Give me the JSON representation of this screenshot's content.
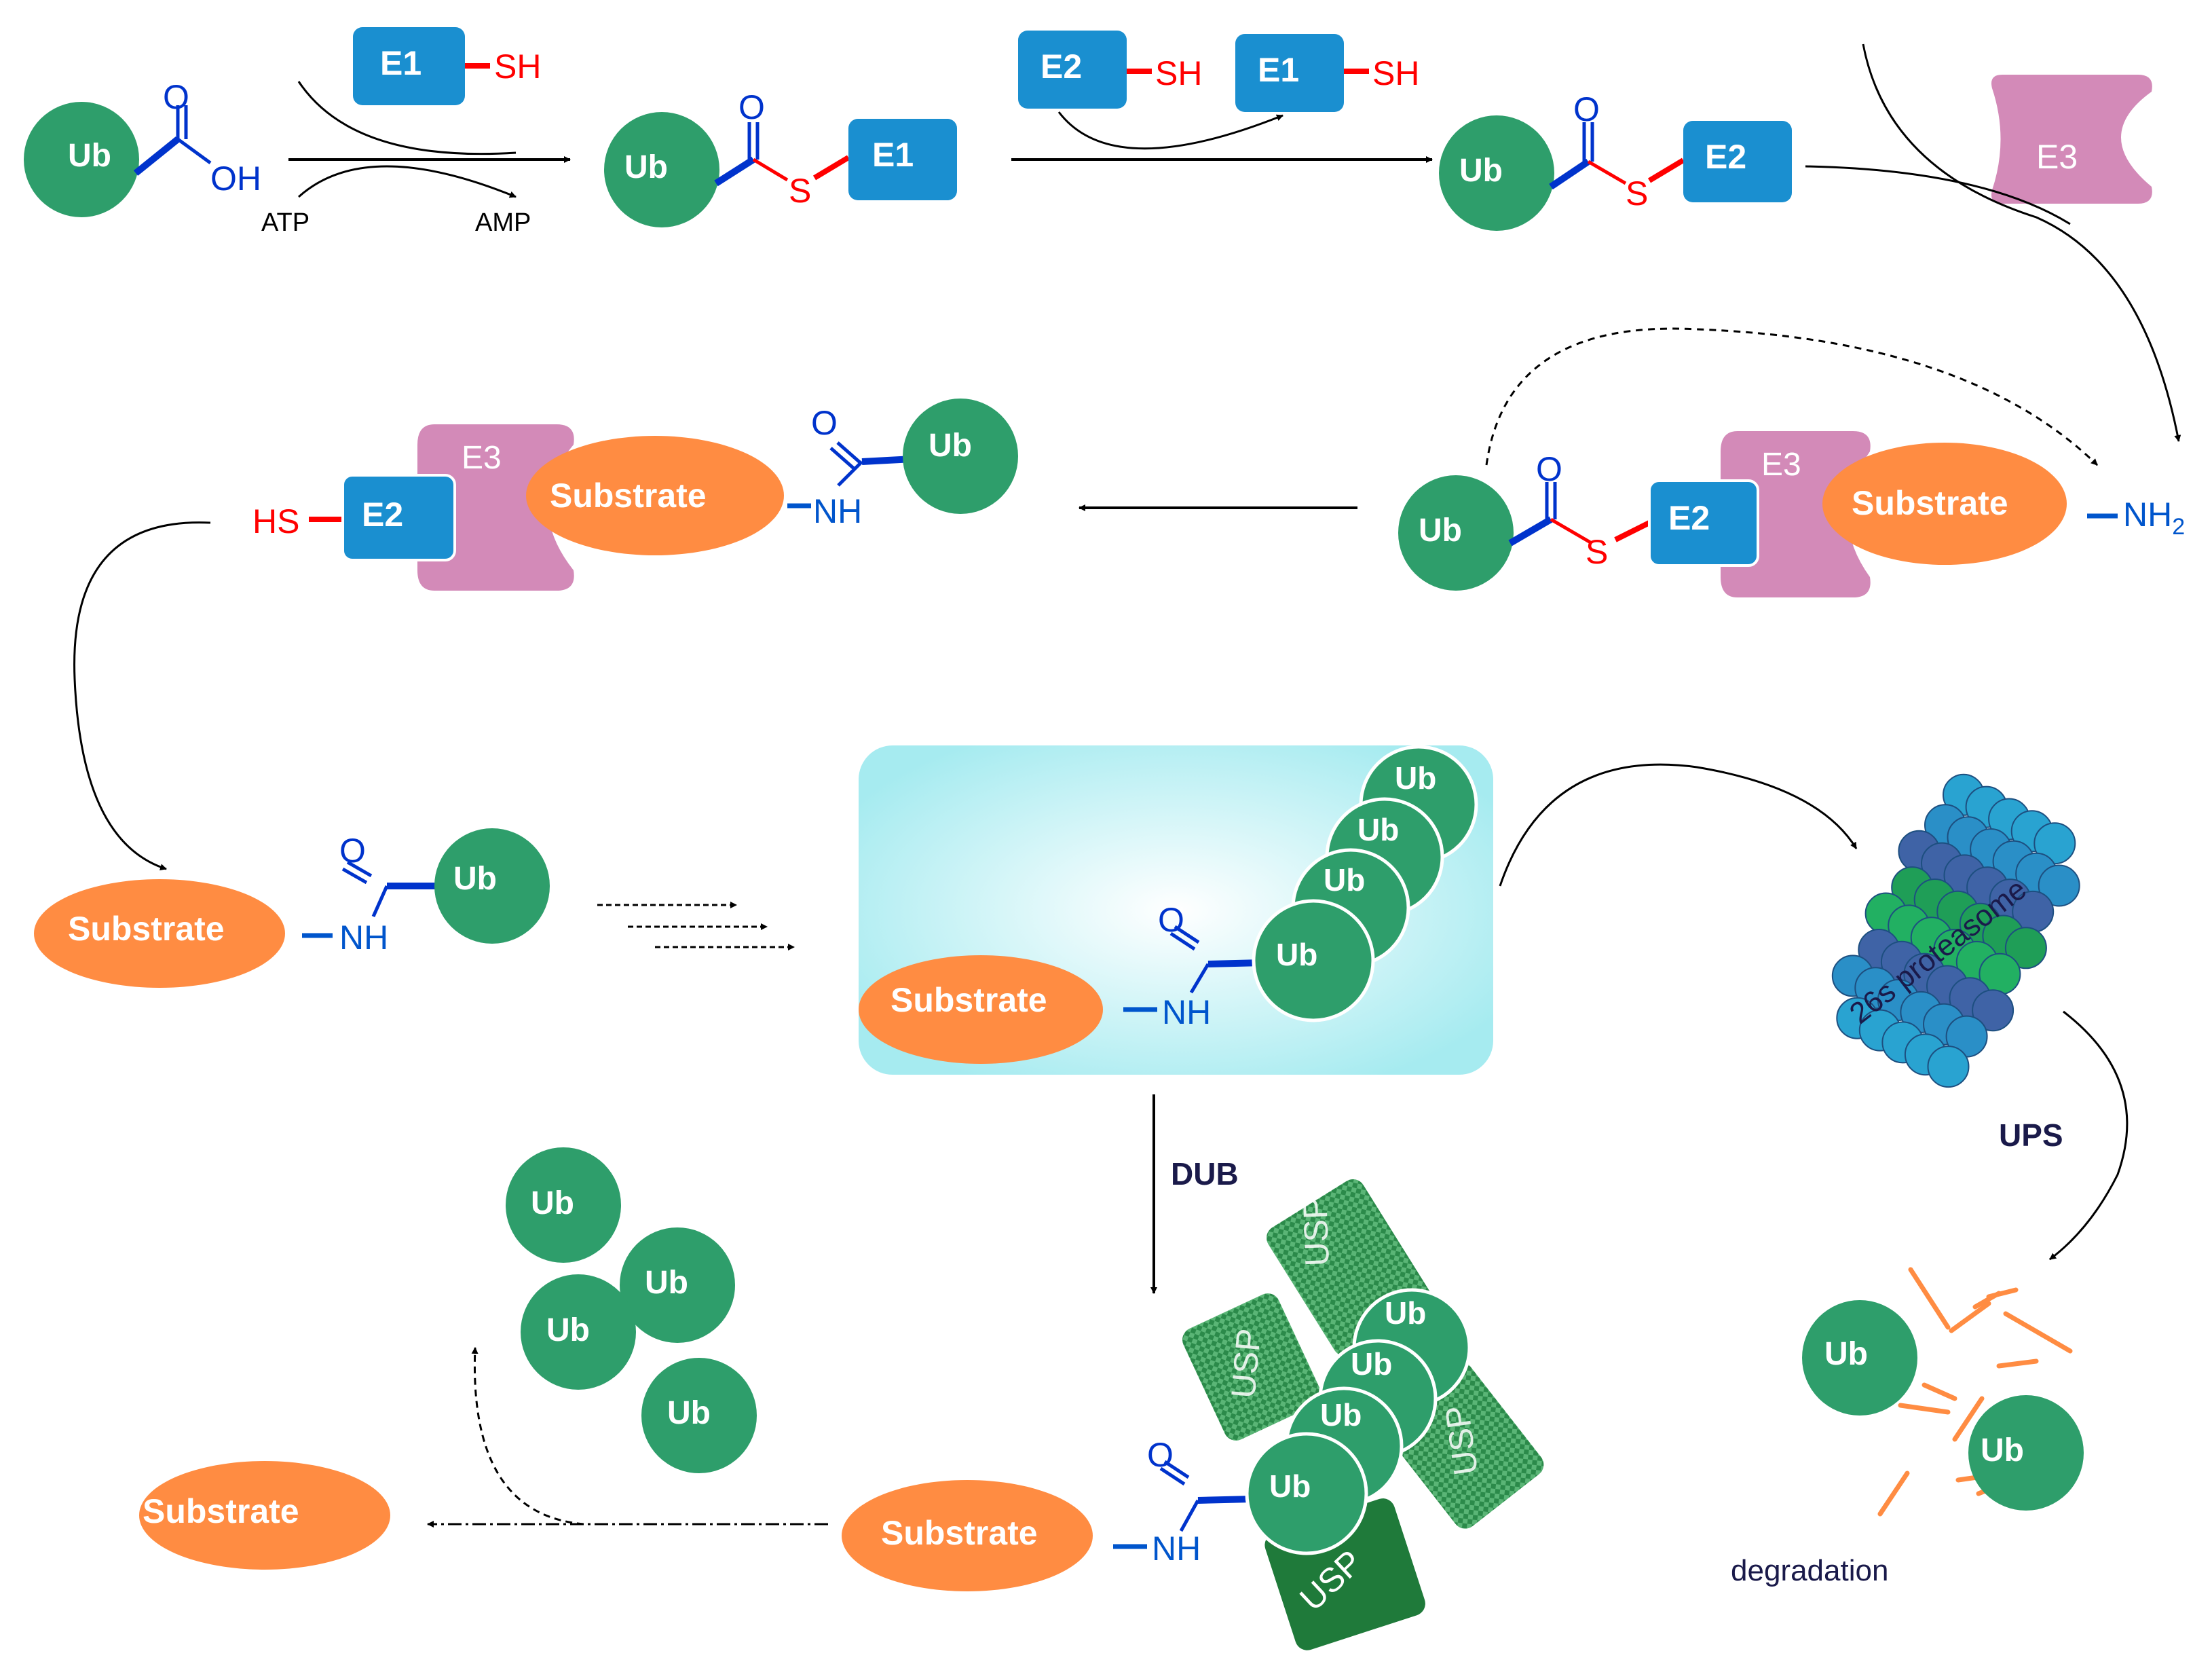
{
  "labels": {
    "ub": "Ub",
    "e1": "E1",
    "e2": "E2",
    "e3": "E3",
    "substrate": "Substrate",
    "usp": "USP",
    "sh": "SH",
    "hs": "HS",
    "oh": "OH",
    "o": "O",
    "s": "S",
    "nh": "NH",
    "nh2": "NH",
    "nh2_sub": "2",
    "atp": "ATP",
    "amp": "AMP",
    "dub": "DUB",
    "ups": "UPS",
    "proteasome": "26s proteasome",
    "degradation": "degradation"
  },
  "colors": {
    "ub_green": "#2e9e6b",
    "e_blue": "#1a8fd0",
    "e3_pink": "#d38ab8",
    "substrate_orange": "#ff8c42",
    "bond_blue": "#0033cc",
    "bond_red": "#ff0000",
    "usp_green": "#1f7a3a",
    "text_dark": "#1a1a4a",
    "box_cyan": "#b7eef2"
  }
}
